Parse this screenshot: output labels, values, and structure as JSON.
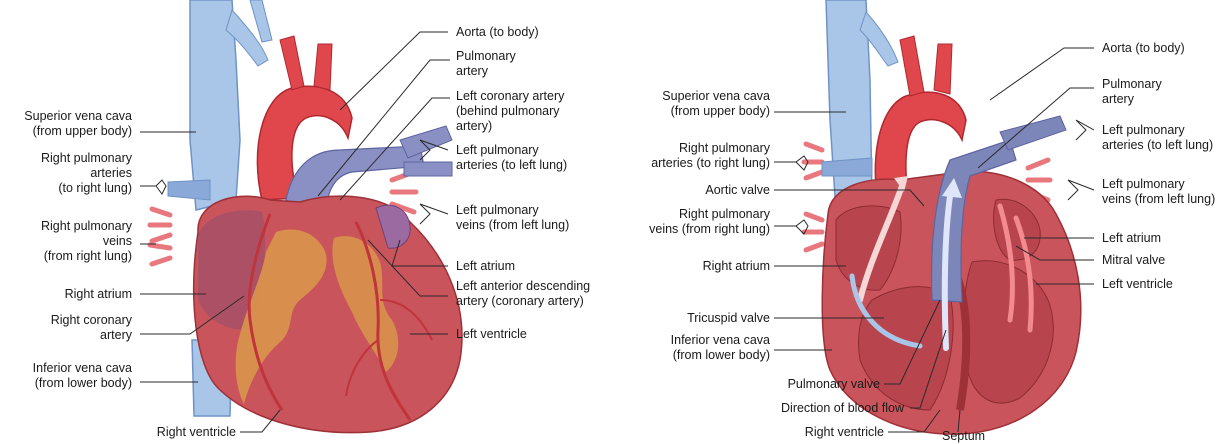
{
  "colors": {
    "vena_cava": "#a9c6e8",
    "vena_cava_dark": "#6f93c6",
    "aorta": "#e0474c",
    "aorta_dark": "#b0282f",
    "heart_wall": "#c9545b",
    "heart_dark": "#9e3038",
    "fat": "#d9954a",
    "chamber": "#b8454e",
    "pulmonary": "#7d86b8",
    "vessel_red": "#e8787e",
    "background": "#ffffff"
  },
  "left": {
    "labels": {
      "aorta": "Aorta (to body)",
      "pulmonary_artery": [
        "Pulmonary",
        "artery"
      ],
      "left_coronary": [
        "Left coronary artery",
        "(behind pulmonary",
        "artery)"
      ],
      "left_pulm_arteries": [
        "Left pulmonary",
        "arteries (to left lung)"
      ],
      "left_pulm_veins": [
        "Left pulmonary",
        "veins (from left lung)"
      ],
      "left_atrium": "Left atrium",
      "lad": [
        "Left anterior descending",
        "artery (coronary artery)"
      ],
      "left_ventricle": "Left ventricle",
      "svc": [
        "Superior vena cava",
        "(from upper body)"
      ],
      "right_pulm_arteries": [
        "Right pulmonary",
        "arteries",
        "(to right lung)"
      ],
      "right_pulm_veins": [
        "Right pulmonary",
        "veins",
        "(from right lung)"
      ],
      "right_atrium": "Right atrium",
      "right_coronary": [
        "Right coronary",
        "artery"
      ],
      "ivc": [
        "Inferior vena cava",
        "(from lower body)"
      ],
      "right_ventricle": "Right ventricle"
    }
  },
  "right": {
    "labels": {
      "aorta": "Aorta (to body)",
      "pulmonary_artery": [
        "Pulmonary",
        "artery"
      ],
      "left_pulm_arteries": [
        "Left pulmonary",
        "arteries (to left lung)"
      ],
      "left_pulm_veins": [
        "Left pulmonary",
        "veins (from left lung)"
      ],
      "left_atrium": "Left atrium",
      "mitral_valve": "Mitral valve",
      "left_ventricle": "Left ventricle",
      "svc": [
        "Superior vena cava",
        "(from upper body)"
      ],
      "right_pulm_arteries": [
        "Right pulmonary",
        "arteries (to right lung)"
      ],
      "aortic_valve": "Aortic valve",
      "right_pulm_veins": [
        "Right pulmonary",
        "veins (from right lung)"
      ],
      "right_atrium": "Right atrium",
      "tricuspid_valve": "Tricuspid valve",
      "ivc": [
        "Inferior vena cava",
        "(from lower body)"
      ],
      "pulmonary_valve": "Pulmonary valve",
      "direction_flow": "Direction of blood flow",
      "right_ventricle": "Right ventricle",
      "septum": "Septum"
    }
  }
}
